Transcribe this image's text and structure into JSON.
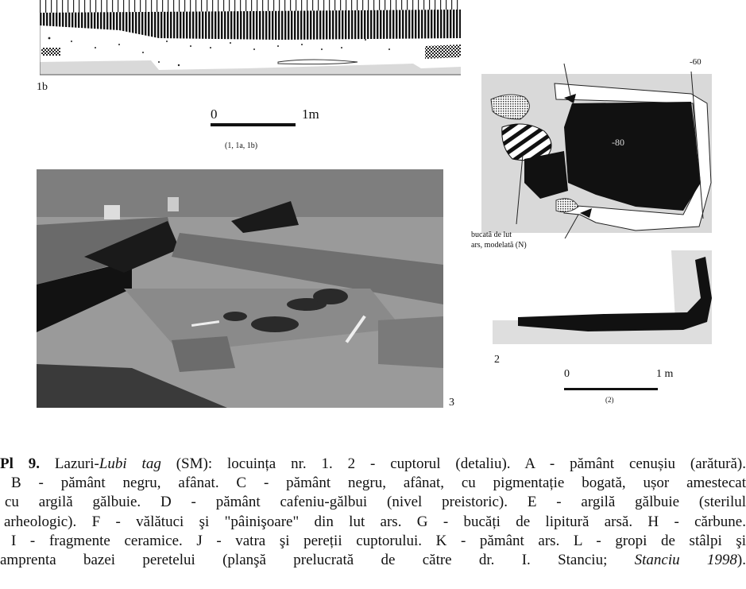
{
  "figure_1b": {
    "label": "1b",
    "scale": {
      "start": "0",
      "end": "1m",
      "note": "(1, 1a, 1b)"
    }
  },
  "figure_plan": {
    "depth_upper": "-60",
    "depth_center": "-80",
    "annotation_line1": "bucată de lut",
    "annotation_line2": "ars, modelată (N)"
  },
  "figure_2": {
    "label": "2",
    "scale": {
      "start": "0",
      "end": "1 m",
      "note": "(2)"
    }
  },
  "figure_3": {
    "label": "3"
  },
  "caption": {
    "plate": "Pl 9.",
    "l1_a": " Lazuri-",
    "l1_i": "Lubi tag",
    "l1_b": " (SM): locuința nr. 1. 2 - cuptorul (detaliu). A - pământ cenușiu (arătură).",
    "l2": "B - pământ negru, afânat. C - pământ negru, afânat, cu pigmentație bogată, ușor amestecat",
    "l3": "cu argilă gălbuie. D - pământ cafeniu-gălbui (nivel preistoric). E - argilă gălbuie (sterilul",
    "l4": "arheologic). F  - vălătuci şi \"pâinişoare\" din lut ars. G - bucăți de lipitură arsă. H - cărbune.",
    "l5": "I - fragmente ceramice. J - vatra şi pereții cuptorului. K - pământ ars. L - gropi de stâlpi şi",
    "l6_a": "amprenta bazei peretelui (planşă prelucrată de către dr. I. Stanciu; ",
    "l6_i": "Stanciu 1998",
    "l6_b": ")."
  }
}
